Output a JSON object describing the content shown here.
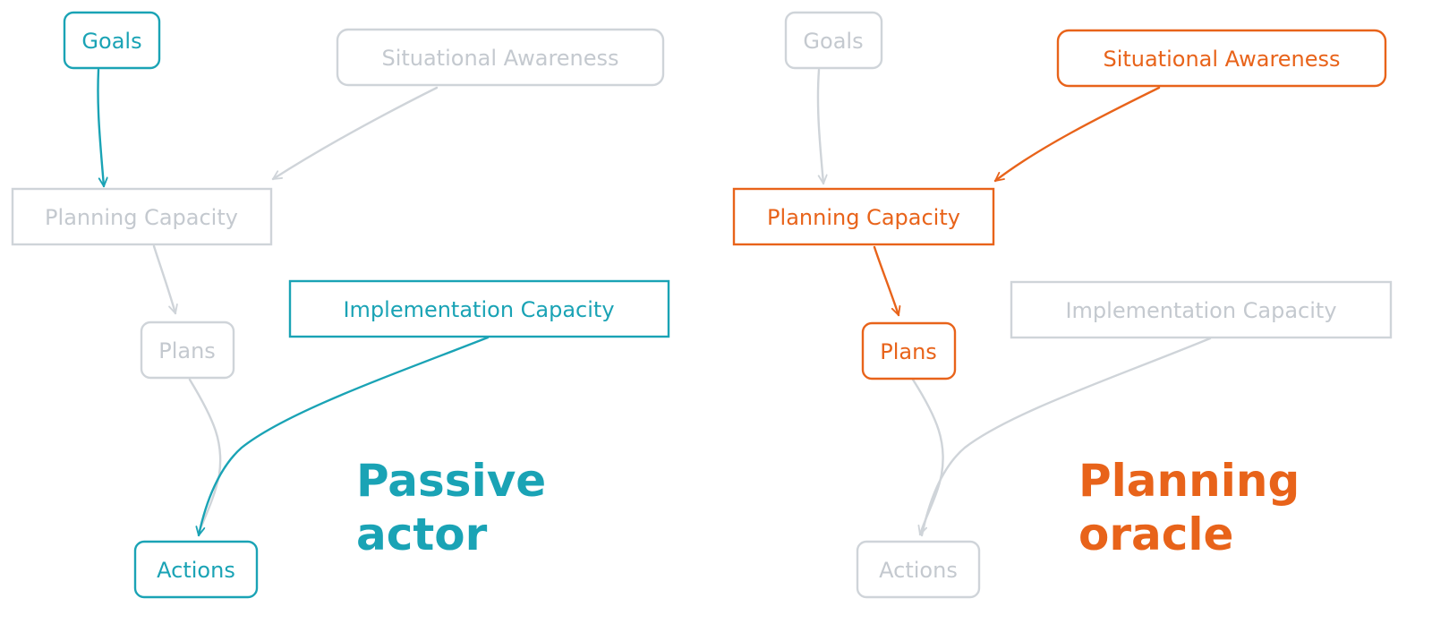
{
  "colors": {
    "active_left": "#1aa3b5",
    "active_right": "#e8631a",
    "inactive": "#cfd4d9",
    "inactive_text": "#c4c9cf"
  },
  "left": {
    "nodes": {
      "goals": "Goals",
      "situational_awareness": "Situational Awareness",
      "planning_capacity": "Planning Capacity",
      "plans": "Plans",
      "implementation_capacity": "Implementation Capacity",
      "actions": "Actions"
    },
    "caption": {
      "line1": "Passive",
      "line2": "actor"
    }
  },
  "right": {
    "nodes": {
      "goals": "Goals",
      "situational_awareness": "Situational Awareness",
      "planning_capacity": "Planning Capacity",
      "plans": "Plans",
      "implementation_capacity": "Implementation Capacity",
      "actions": "Actions"
    },
    "caption": {
      "line1": "Planning",
      "line2": "oracle"
    }
  }
}
